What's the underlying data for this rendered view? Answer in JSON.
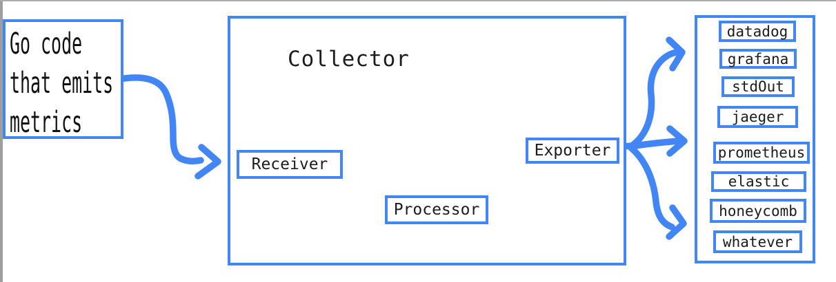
{
  "colors": {
    "accent": "#4285f4",
    "ink": "#1c1c1c",
    "frame_gray": "#9e9e9e",
    "top_line_gray": "#ababab"
  },
  "source_box": {
    "lines": [
      "Go code",
      "that emits",
      "metrics"
    ]
  },
  "collector": {
    "title": "Collector",
    "receiver": "Receiver",
    "processor": "Processor",
    "exporter": "Exporter"
  },
  "destinations": [
    "datadog",
    "grafana",
    "stdOut",
    "jaeger",
    "prometheus",
    "elastic",
    "honeycomb",
    "whatever"
  ]
}
